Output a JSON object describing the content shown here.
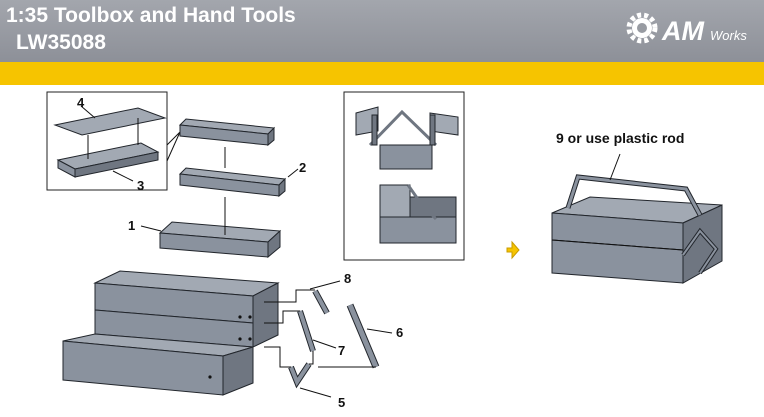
{
  "header": {
    "title": "1:35 Toolbox and Hand Tools",
    "code": "LW35088",
    "logo_text": "AM",
    "logo_sub": "Works",
    "colors": {
      "band": "#989ba2",
      "accent": "#f6c400"
    }
  },
  "callouts": {
    "lid": "4",
    "tray_bottom": "3",
    "tray": "2",
    "box": "1",
    "handle": "9 or use plastic rod",
    "link_small": "8",
    "link_mid": "7",
    "link_long": "6",
    "bracket": "5"
  },
  "icons": {
    "arrow": "yellow-arrow-right-icon",
    "gear": "gear-icon"
  }
}
